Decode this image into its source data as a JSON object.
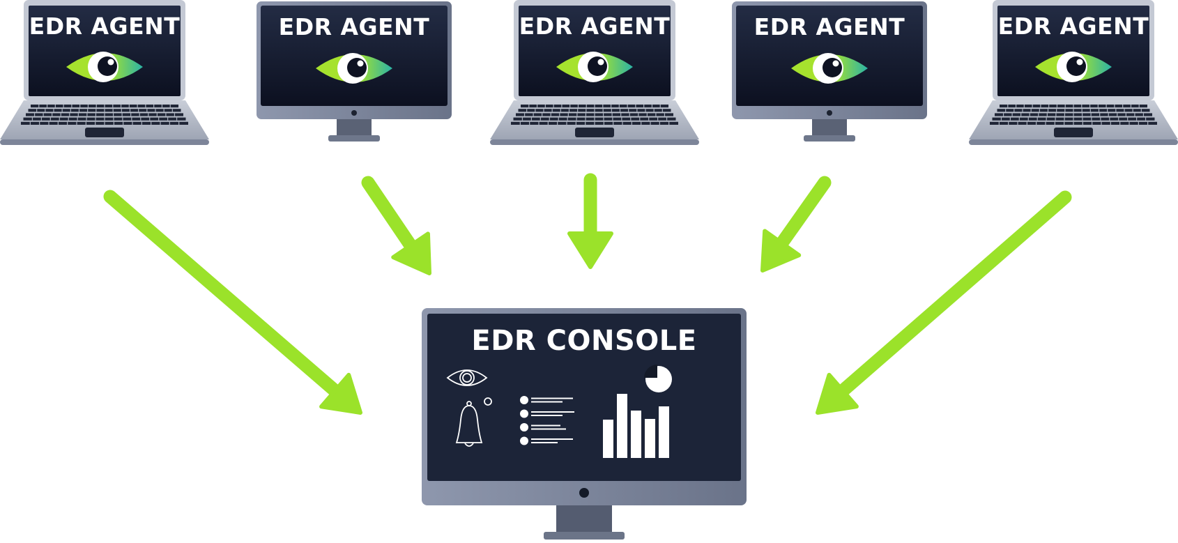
{
  "agents": [
    {
      "device": "laptop",
      "label": "EDR AGENT",
      "icon": "eye-icon"
    },
    {
      "device": "monitor",
      "label": "EDR AGENT",
      "icon": "eye-icon"
    },
    {
      "device": "laptop",
      "label": "EDR AGENT",
      "icon": "eye-icon"
    },
    {
      "device": "monitor",
      "label": "EDR AGENT",
      "icon": "eye-icon"
    },
    {
      "device": "laptop",
      "label": "EDR AGENT",
      "icon": "eye-icon"
    }
  ],
  "console": {
    "device": "monitor",
    "label": "EDR CONSOLE",
    "icons": [
      "eye-outline-icon",
      "bell-icon",
      "list-icon",
      "pie-chart-icon",
      "bar-chart-icon"
    ]
  },
  "colors": {
    "arrow": "#9be22a",
    "screen": "#1c2438",
    "body": "#9aa3b5",
    "eye_green": "#a6e22e",
    "eye_teal": "#2bb3a6"
  }
}
